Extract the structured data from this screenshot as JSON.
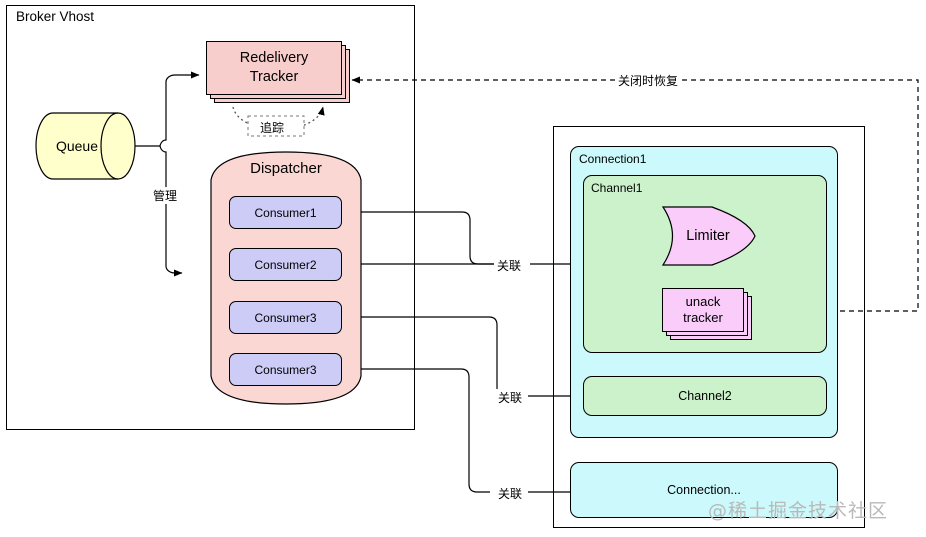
{
  "diagram": {
    "title": "Broker Vhost",
    "watermark": "@稀土掘金技术社区"
  },
  "broker": {
    "label": "Broker Vhost",
    "queue": {
      "label": "Queue",
      "color": "#ffffcc"
    },
    "redelivery_tracker": {
      "label": "Redelivery\nTracker",
      "line1": "Redelivery",
      "line2": "Tracker",
      "color": "#f8cecc"
    },
    "dispatcher": {
      "label": "Dispatcher",
      "color": "#fad7d2"
    },
    "consumers": [
      {
        "label": "Consumer1"
      },
      {
        "label": "Consumer2"
      },
      {
        "label": "Consumer3"
      },
      {
        "label": "Consumer3"
      }
    ],
    "consumer_color": "#ccccf7"
  },
  "right_panel": {
    "connection1": {
      "label": "Connection1",
      "color": "#ccf9fb"
    },
    "channel1": {
      "label": "Channel1",
      "color": "#ccf2cc"
    },
    "limiter": {
      "label": "Limiter",
      "color": "#f9ccf9"
    },
    "unack_tracker": {
      "line1": "unack",
      "line2": "tracker",
      "color": "#f9ccf9"
    },
    "channel2": {
      "label": "Channel2",
      "color": "#ccf2cc"
    },
    "connection_more": {
      "label": "Connection...",
      "color": "#ccf9fb"
    }
  },
  "edges": {
    "manage": "管理",
    "trace": "追踪",
    "restore_on_close": "关闭时恢复",
    "assoc1": "关联",
    "assoc2": "关联",
    "assoc3": "关联"
  }
}
